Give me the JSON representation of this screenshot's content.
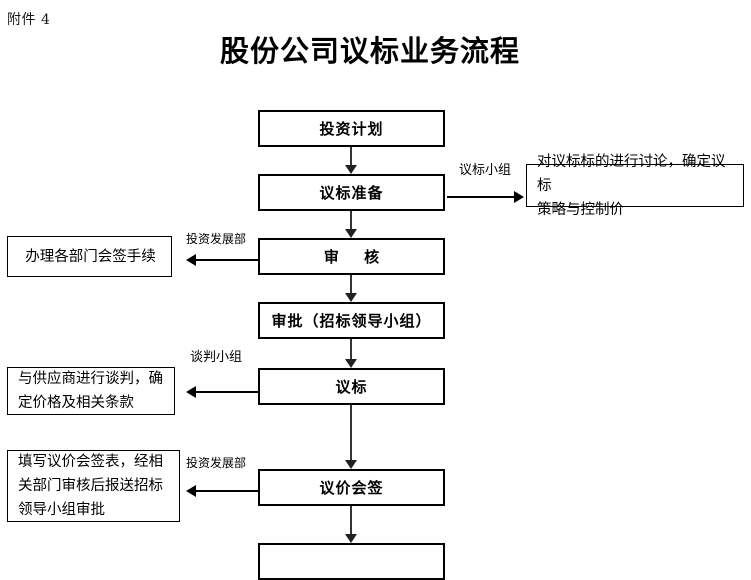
{
  "page": {
    "attachment_label": "附件 4",
    "title": "股份公司议标业务流程"
  },
  "flow": {
    "steps": [
      {
        "id": "investment-plan",
        "label": "投资计划"
      },
      {
        "id": "bid-negotiation-prep",
        "label": "议标准备"
      },
      {
        "id": "review",
        "label": "审  核"
      },
      {
        "id": "approval",
        "label": "审批（招标领导小组）"
      },
      {
        "id": "bid-negotiation",
        "label": "议标"
      },
      {
        "id": "price-countersign",
        "label": "议价会签"
      },
      {
        "id": "next-step-cutoff",
        "label": ""
      }
    ]
  },
  "annotations": {
    "right": [
      {
        "id": "bid-negotiation-team",
        "connector_label": "议标小组",
        "text": "对议标标的进行讨论，确定议标策略与控制价",
        "lines": [
          "对议标标的进行讨论，确定议标",
          "策略与控制价"
        ]
      }
    ],
    "left": [
      {
        "id": "investment-development-dept-countersign",
        "connector_label": "投资发展部",
        "text": "办理各部门会签手续",
        "lines": [
          "办理各部门会签手续"
        ]
      },
      {
        "id": "negotiation-team",
        "connector_label": "谈判小组",
        "text": "与供应商进行谈判，确定价格及相关条款",
        "lines": [
          "与供应商进行谈判，确",
          "定价格及相关条款"
        ]
      },
      {
        "id": "investment-development-dept-approval",
        "connector_label": "投资发展部",
        "text": "填写议价会签表，经相关部门审核后报送招标领导小组审批",
        "lines": [
          "填写议价会签表，经相",
          "关部门审核后报送招标",
          "领导小组审批"
        ]
      }
    ]
  },
  "colors": {
    "background": "#ffffff",
    "stroke": "#000000",
    "connector": "#333333",
    "text": "#000000"
  }
}
